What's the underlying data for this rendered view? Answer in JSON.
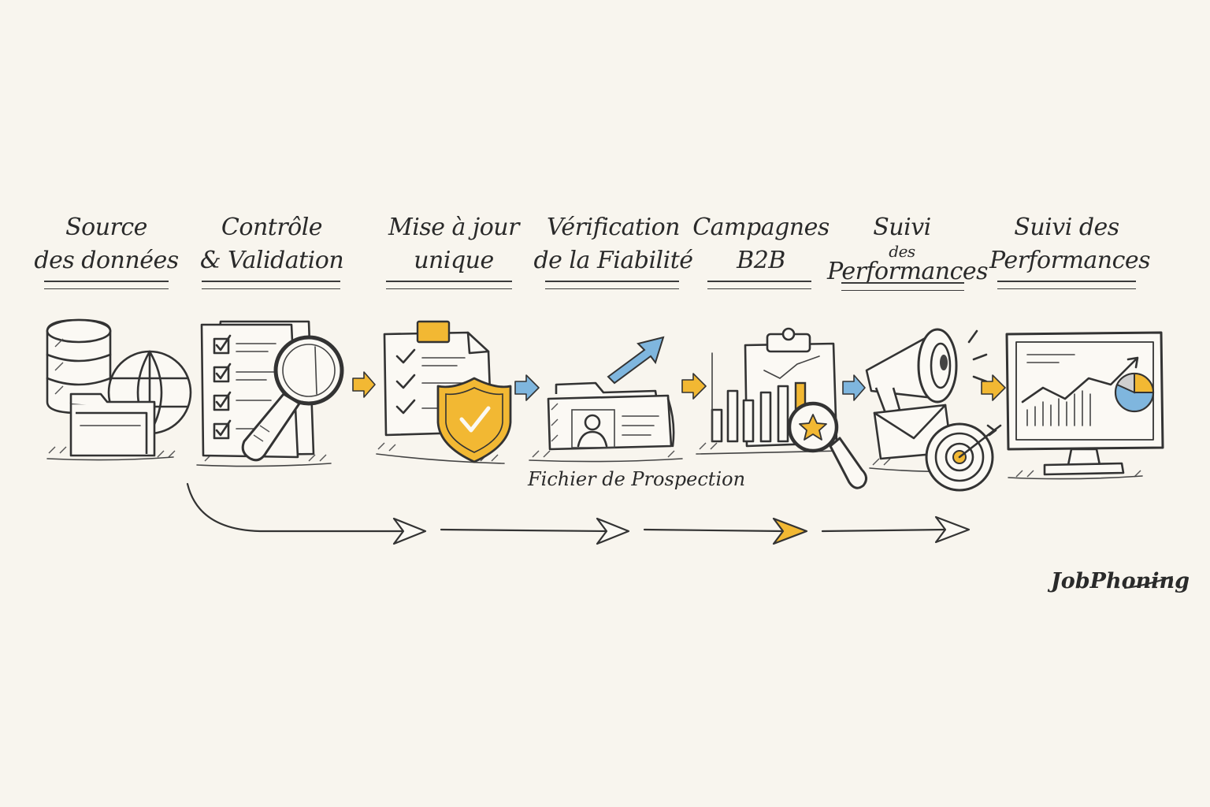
{
  "steps": [
    {
      "lines": [
        "Source",
        "des données"
      ]
    },
    {
      "lines": [
        "Contrôle",
        "& Validation"
      ]
    },
    {
      "lines": [
        "Mise à jour",
        "unique"
      ]
    },
    {
      "lines": [
        "Vérification",
        "de la Fiabilité"
      ]
    },
    {
      "lines": [
        "Campagnes",
        "B2B"
      ]
    },
    {
      "lines": [
        "Suivi",
        "des",
        "Performances"
      ]
    },
    {
      "lines": [
        "Suivi des",
        "Performances"
      ]
    }
  ],
  "caption": "Fichier de Prospection",
  "brand": "JobPhoning",
  "colors": {
    "ink": "#333333",
    "accent_yellow": "#f2b833",
    "accent_blue": "#7fb6de",
    "background": "#f8f5ee"
  },
  "icons": [
    "database-globe-folder-icon",
    "checklist-magnifier-icon",
    "checklist-shield-icon",
    "folder-contact-trend-icon",
    "clipboard-chart-magnifier-icon",
    "megaphone-mail-target-icon",
    "monitor-dashboard-icon"
  ]
}
